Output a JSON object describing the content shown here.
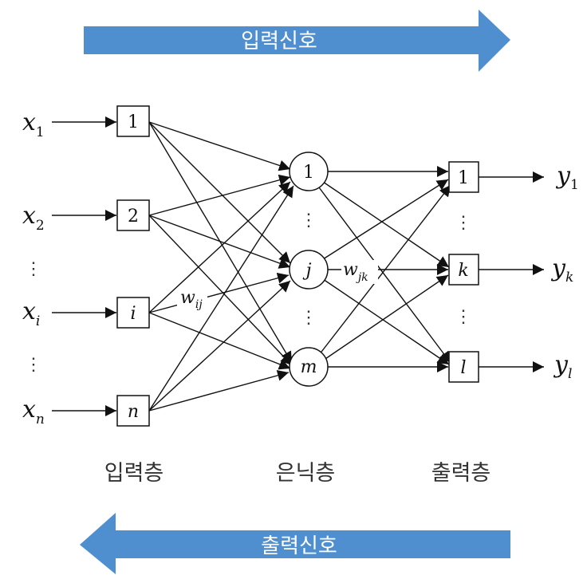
{
  "signals": {
    "input": "입력신호",
    "output": "출력신호",
    "color": "#4f8fcf"
  },
  "layers": {
    "input": "입력층",
    "hidden": "은닉층",
    "output": "출력층"
  },
  "inputs": [
    {
      "var": "x",
      "sub": "1",
      "node": "1"
    },
    {
      "var": "x",
      "sub": "2",
      "node": "2"
    },
    {
      "var": "x",
      "sub": "i",
      "node": "i"
    },
    {
      "var": "x",
      "sub": "n",
      "node": "n"
    }
  ],
  "hidden_nodes": [
    "1",
    "j",
    "m"
  ],
  "output_nodes": [
    {
      "node": "1",
      "var": "y",
      "sub": "1"
    },
    {
      "node": "k",
      "var": "y",
      "sub": "k"
    },
    {
      "node": "l",
      "var": "y",
      "sub": "l"
    }
  ],
  "weights": {
    "ij": {
      "main": "w",
      "sub": "ij"
    },
    "jk": {
      "main": "w",
      "sub": "jk"
    }
  },
  "ellipsis": "⋮"
}
